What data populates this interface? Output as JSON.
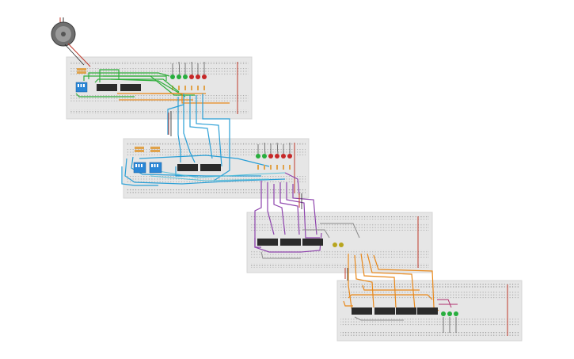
{
  "app": {
    "title": ""
  },
  "colors": {
    "background": "#ffffff",
    "breadboard": "#e6e6e6",
    "breadboard_border": "#d0d0d0",
    "hole": "#8a8a8a",
    "rail_red": "#c0392b",
    "chip_body": "#2b2b2b",
    "wire_green": "#2fae3b",
    "wire_blue": "#2a9fd6",
    "wire_purple": "#8e44ad",
    "wire_orange": "#e8891c",
    "wire_gray": "#8c8c8c",
    "led_green": "#27ae3d",
    "led_red": "#c62828",
    "led_yellow": "#b8a51f",
    "dip_switch": "#2a86d6",
    "resistor": "#e0a24a",
    "buzzer": "#6f6f6f"
  },
  "components": {
    "buzzer": {
      "icon": "buzzer-icon"
    },
    "boards": [
      {
        "id": "board-1",
        "chips": 2,
        "leds": [
          "green",
          "green",
          "green",
          "red",
          "red",
          "red"
        ]
      },
      {
        "id": "board-2",
        "chips": 2,
        "leds": [
          "green",
          "green",
          "red",
          "red",
          "red",
          "red"
        ]
      },
      {
        "id": "board-3",
        "chips": 3,
        "leds": [
          "yellow",
          "yellow"
        ]
      },
      {
        "id": "board-4",
        "chips": 4,
        "leds": [
          "green",
          "green",
          "green"
        ]
      }
    ]
  }
}
